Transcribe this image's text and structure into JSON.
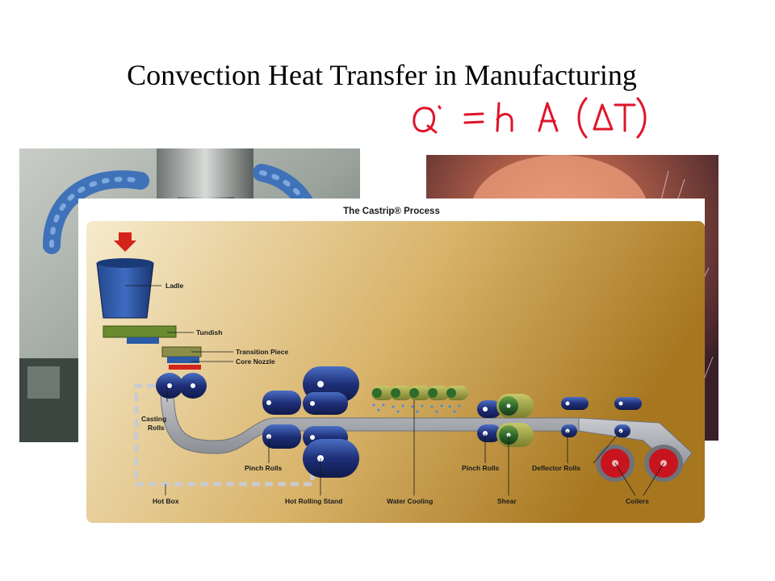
{
  "slide": {
    "title": "Convection Heat Transfer in Manufacturing",
    "handwritten_equation": "Q̇ = h A (ΔT)",
    "annotation_color": "#e0142a"
  },
  "diagram": {
    "title": "The Castrip® Process",
    "labels": {
      "ladle": "Ladle",
      "tundish": "Tundish",
      "transition_piece": "Transition Piece",
      "core_nozzle": "Core Nozzle",
      "casting_rolls_line1": "Casting",
      "casting_rolls_line2": "Rolls",
      "pinch_rolls_1": "Pinch Rolls",
      "hot_rolling_stand": "Hot Rolling Stand",
      "water_cooling": "Water Cooling",
      "pinch_rolls_2": "Pinch Rolls",
      "shear": "Shear",
      "deflector_rolls": "Deflector Rolls",
      "coilers": "Coilers",
      "hot_box": "Hot Box"
    },
    "colors": {
      "roll_blue": "#1e2f78",
      "roll_green": "#2f6b2a",
      "coiler_red": "#c8141e",
      "strip_gray": "#a4a7ac",
      "background_left": "#f4e7c6",
      "background_right": "#a87a22"
    }
  }
}
